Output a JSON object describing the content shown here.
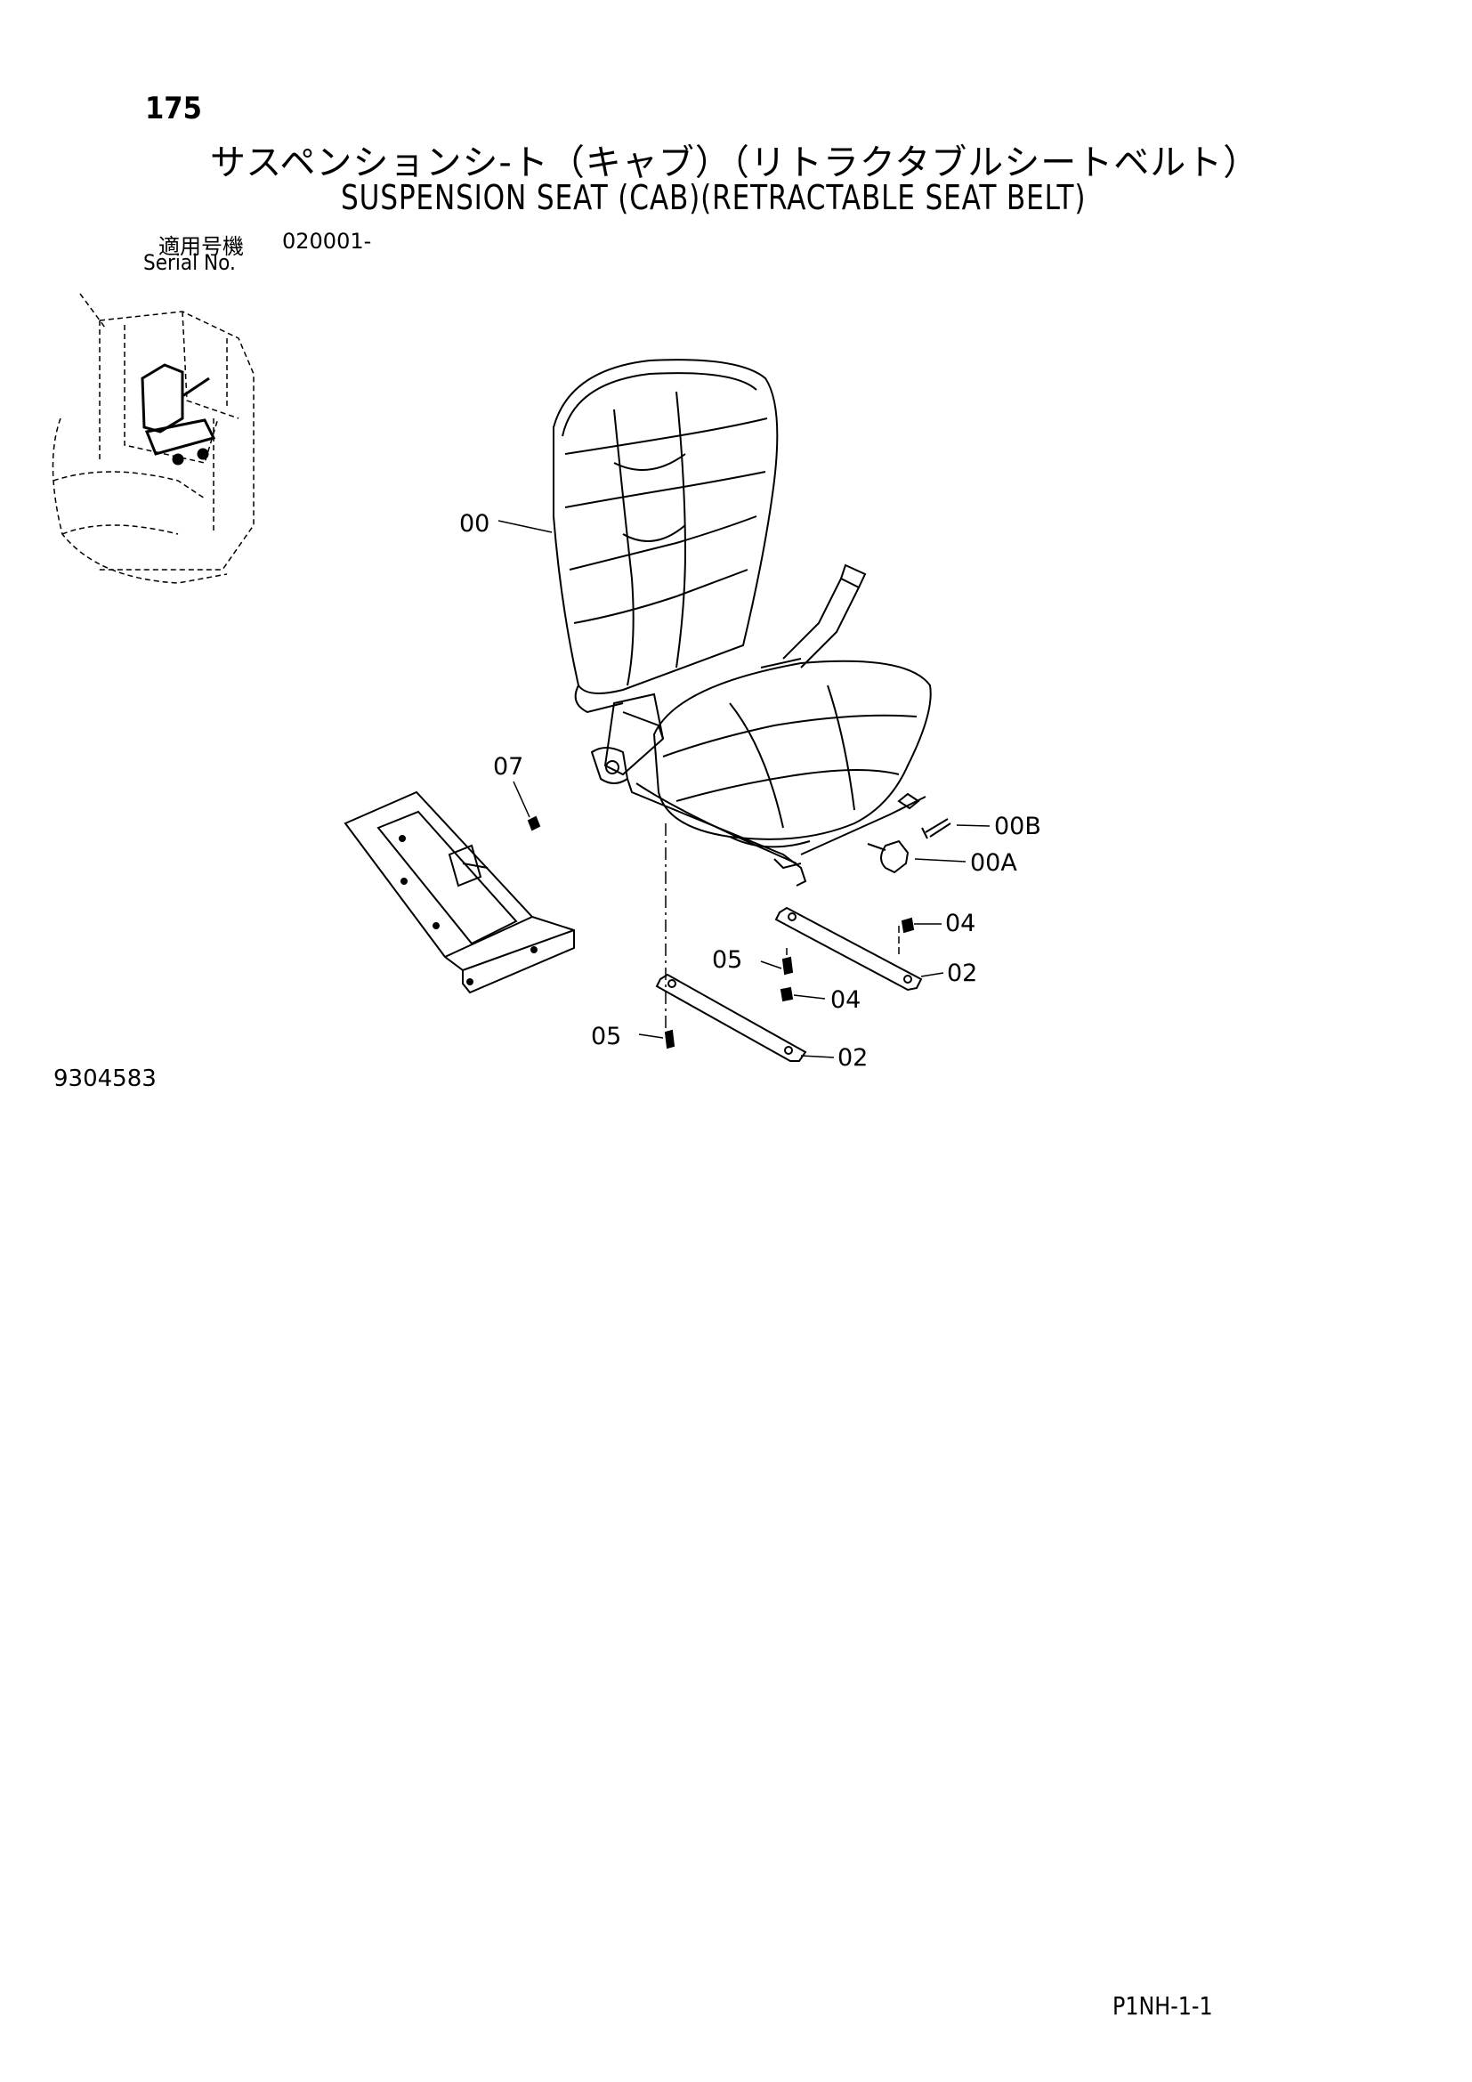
{
  "page": {
    "number": "175",
    "title_jp": "サスペンションシ-ト（キャブ）（リトラクタブルシートベルト）",
    "title_en": "SUSPENSION SEAT (CAB)(RETRACTABLE SEAT BELT)",
    "serial_label_jp": "適用号機",
    "serial_value": "020001-",
    "serial_label_en": "Serial No.",
    "figure_number": "9304583",
    "page_code": "P1NH-1-1"
  },
  "callouts": [
    {
      "id": "00",
      "label": "00"
    },
    {
      "id": "07",
      "label": "07"
    },
    {
      "id": "00B",
      "label": "00B"
    },
    {
      "id": "00A",
      "label": "00A"
    },
    {
      "id": "04a",
      "label": "04"
    },
    {
      "id": "05a",
      "label": "05"
    },
    {
      "id": "02a",
      "label": "02"
    },
    {
      "id": "04b",
      "label": "04"
    },
    {
      "id": "05b",
      "label": "05"
    },
    {
      "id": "02b",
      "label": "02"
    }
  ]
}
